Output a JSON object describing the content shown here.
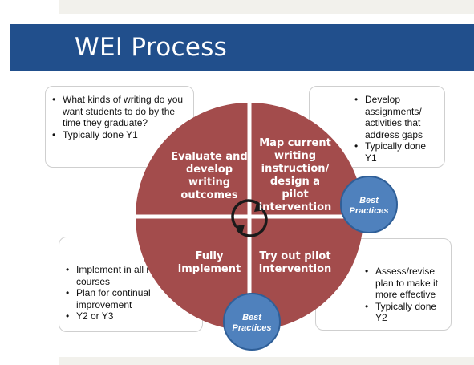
{
  "slide": {
    "title": "WEI Process"
  },
  "quadrants": {
    "top_left": [
      "Evaluate and",
      "develop",
      "writing",
      "outcomes"
    ],
    "top_right": [
      "Map current",
      "writing",
      "instruction/",
      "design a",
      "pilot",
      "intervention"
    ],
    "bottom_left": [
      "Fully",
      "implement"
    ],
    "bottom_right": [
      "Try out pilot",
      "intervention"
    ]
  },
  "best_practices": {
    "upper": [
      "Best",
      "Practices"
    ],
    "lower": [
      "Best",
      "Practices"
    ]
  },
  "callouts": {
    "top_left": [
      "What kinds of writing do you want students to do by the time they graduate?",
      "Typically done Y1"
    ],
    "top_right": [
      "Develop assignments/ activities that address gaps",
      "Typically done Y1"
    ],
    "bottom_left": [
      "Implement in all relevant courses",
      "Plan for continual improvement",
      "Y2 or Y3"
    ],
    "bottom_right": [
      "Assess/revise plan to make it more effective",
      "Typically done Y2"
    ]
  },
  "colors": {
    "banner": "#214f8c",
    "circle": "#a34c4c",
    "best_practices": "#4f81bd"
  },
  "icons": {
    "center": "cycle-arrows-icon"
  }
}
